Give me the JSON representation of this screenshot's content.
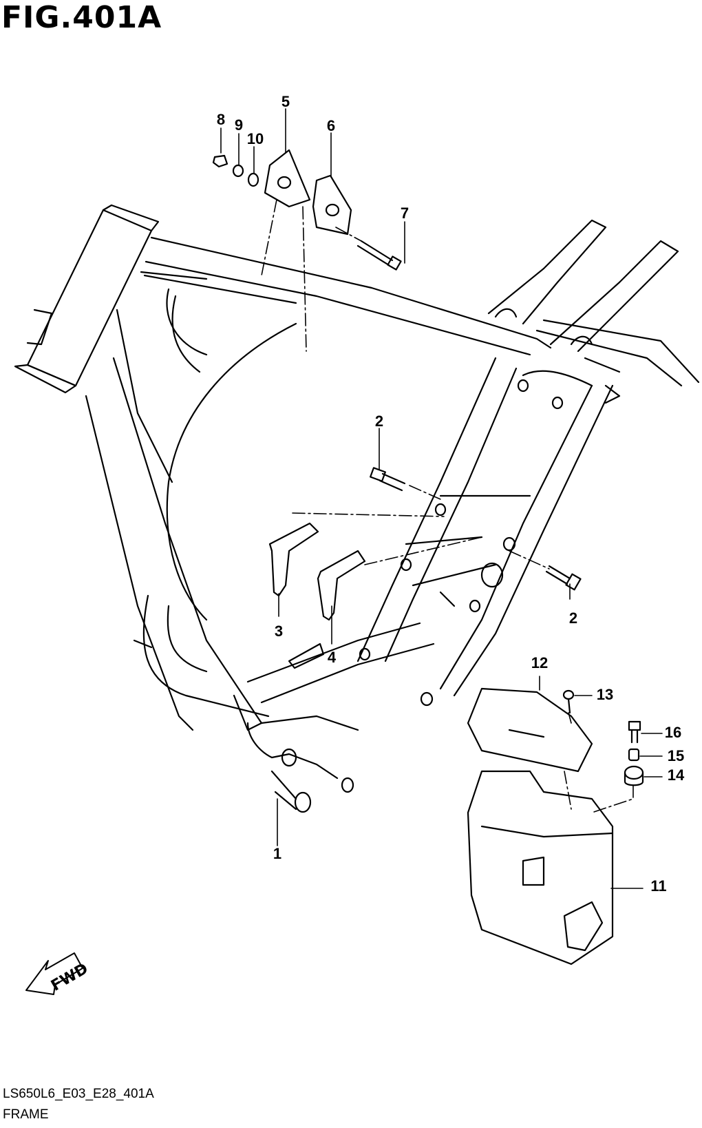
{
  "figure": {
    "title": "FIG.401A"
  },
  "callouts": [
    {
      "id": "1",
      "label": "1"
    },
    {
      "id": "2a",
      "label": "2"
    },
    {
      "id": "2b",
      "label": "2"
    },
    {
      "id": "3",
      "label": "3"
    },
    {
      "id": "4",
      "label": "4"
    },
    {
      "id": "5",
      "label": "5"
    },
    {
      "id": "6",
      "label": "6"
    },
    {
      "id": "7",
      "label": "7"
    },
    {
      "id": "8",
      "label": "8"
    },
    {
      "id": "9",
      "label": "9"
    },
    {
      "id": "10",
      "label": "10"
    },
    {
      "id": "11",
      "label": "11"
    },
    {
      "id": "12",
      "label": "12"
    },
    {
      "id": "13",
      "label": "13"
    },
    {
      "id": "14",
      "label": "14"
    },
    {
      "id": "15",
      "label": "15"
    },
    {
      "id": "16",
      "label": "16"
    }
  ],
  "direction_badge": {
    "label": "FWD"
  },
  "footer": {
    "code": "LS650L6_E03_E28_401A",
    "name": "FRAME"
  }
}
